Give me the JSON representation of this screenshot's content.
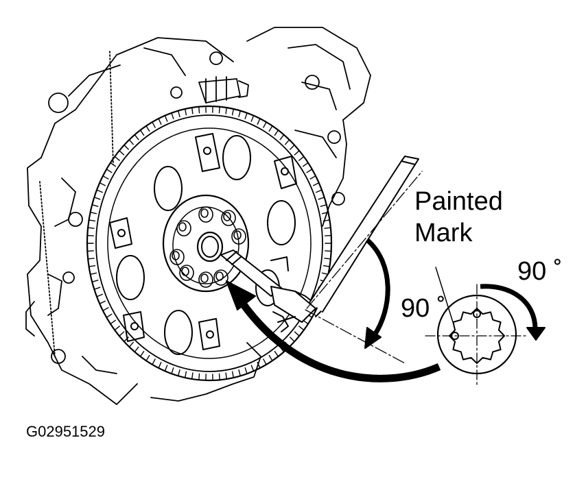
{
  "labels": {
    "painted": "Painted",
    "mark": "Mark",
    "angle_right": "90 ˚",
    "angle_left": "90 ˚",
    "figure_code": "G02951529"
  },
  "colors": {
    "ink": "#000000",
    "paper": "#ffffff"
  }
}
